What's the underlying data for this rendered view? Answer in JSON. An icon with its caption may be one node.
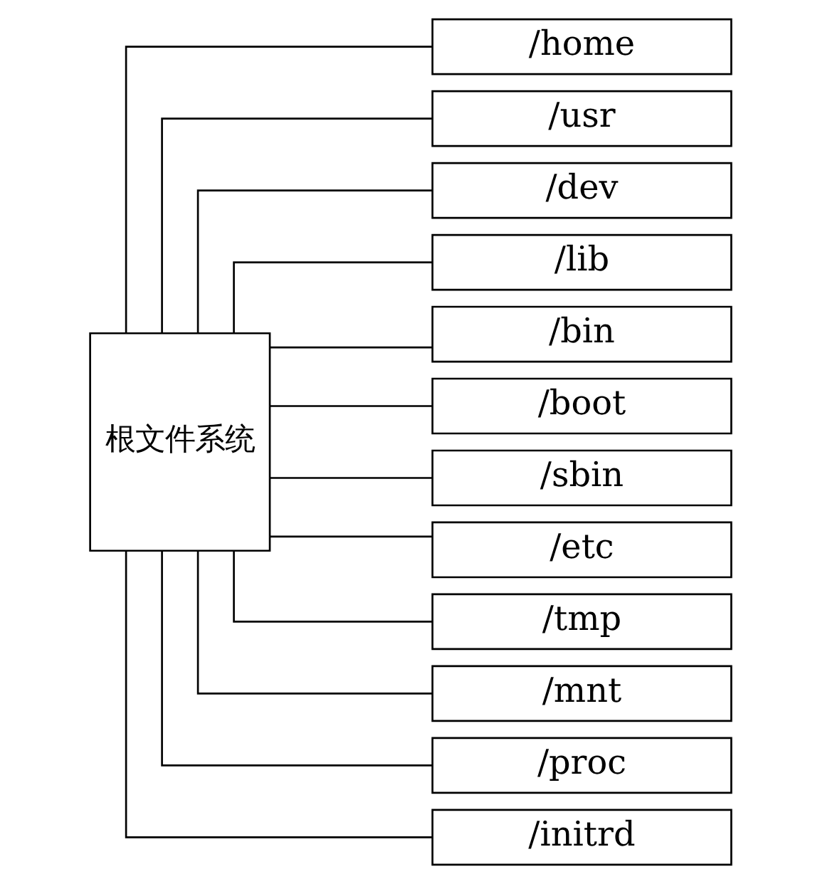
{
  "diagram": {
    "nodes": [
      {
        "text": [
          "根文件系统"
        ]
      },
      {
        "text": [
          "/home"
        ]
      },
      {
        "text": [
          "/usr"
        ]
      },
      {
        "text": [
          "/dev"
        ]
      },
      {
        "text": [
          "/lib"
        ]
      },
      {
        "text": [
          "/bin"
        ]
      },
      {
        "text": [
          "/boot"
        ]
      },
      {
        "text": [
          "/sbin"
        ]
      },
      {
        "text": [
          "/etc"
        ]
      },
      {
        "text": [
          "/tmp"
        ]
      },
      {
        "text": [
          "/mnt"
        ]
      },
      {
        "text": [
          "/proc"
        ]
      },
      {
        "text": [
          "/initrd"
        ]
      }
    ],
    "edges": [
      {
        "from": 0,
        "to": 1,
        "arrow": "none"
      },
      {
        "from": 0,
        "to": 2,
        "arrow": "none"
      },
      {
        "from": 0,
        "to": 3,
        "arrow": "none"
      },
      {
        "from": 0,
        "to": 4,
        "arrow": "none"
      },
      {
        "from": 0,
        "to": 5,
        "arrow": "none"
      },
      {
        "from": 0,
        "to": 6,
        "arrow": "none"
      },
      {
        "from": 0,
        "to": 7,
        "arrow": "none"
      },
      {
        "from": 0,
        "to": 8,
        "arrow": "none"
      },
      {
        "from": 0,
        "to": 9,
        "arrow": "none"
      },
      {
        "from": 0,
        "to": 10,
        "arrow": "none"
      },
      {
        "from": 0,
        "to": 11,
        "arrow": "none"
      },
      {
        "from": 0,
        "to": 12,
        "arrow": "none"
      }
    ]
  }
}
